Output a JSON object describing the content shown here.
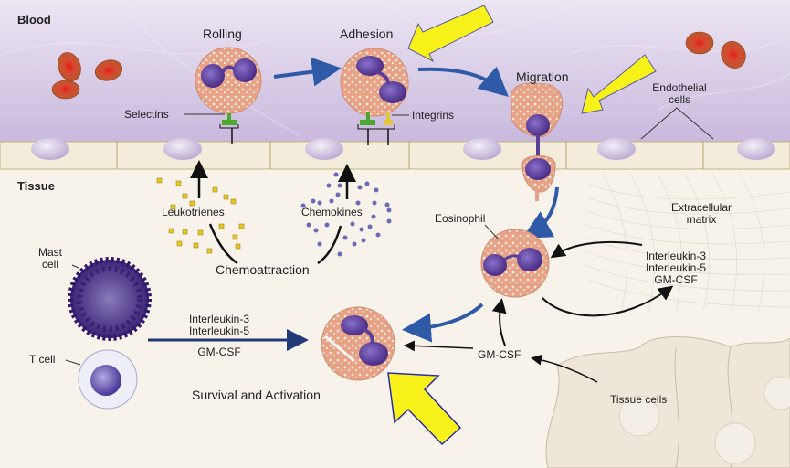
{
  "regions": {
    "blood": "Blood",
    "tissue": "Tissue"
  },
  "stages": {
    "rolling": "Rolling",
    "adhesion": "Adhesion",
    "migration": "Migration"
  },
  "molecules": {
    "selectins": "Selectins",
    "integrins": "Integrins",
    "leukotrienes": "Leukotrienes",
    "chemokines": "Chemokines",
    "chemoattraction": "Chemoattraction"
  },
  "cells": {
    "endothelial": [
      "Endothelial",
      "cells"
    ],
    "eosinophil": "Eosinophil",
    "mast_cell": [
      "Mast",
      "cell"
    ],
    "t_cell": "T cell",
    "tissue_cells": "Tissue cells"
  },
  "matrix": [
    "Extracellular",
    "matrix"
  ],
  "cytokines_right": [
    "Interleukin-3",
    "Interleukin-5",
    "GM-CSF"
  ],
  "cytokines_left": [
    "Interleukin-3",
    "Interleukin-5",
    "GM-CSF"
  ],
  "gmcsf_bottom": "GM-CSF",
  "survival": "Survival and Activation",
  "colors": {
    "blood_bg": "#d9cde8",
    "tissue_bg": "#f8f3ea",
    "endothelium": "#f2ead6",
    "cell_body": "#e8a88a",
    "nucleus": "#5a3f98",
    "blue_arrow": "#2f5aa8",
    "highlight_arrow": "#f8f21a",
    "rbc": "#c8442a",
    "leukotriene_dot": "#e8c822",
    "chemokine_dot": "#6a6ab8"
  }
}
